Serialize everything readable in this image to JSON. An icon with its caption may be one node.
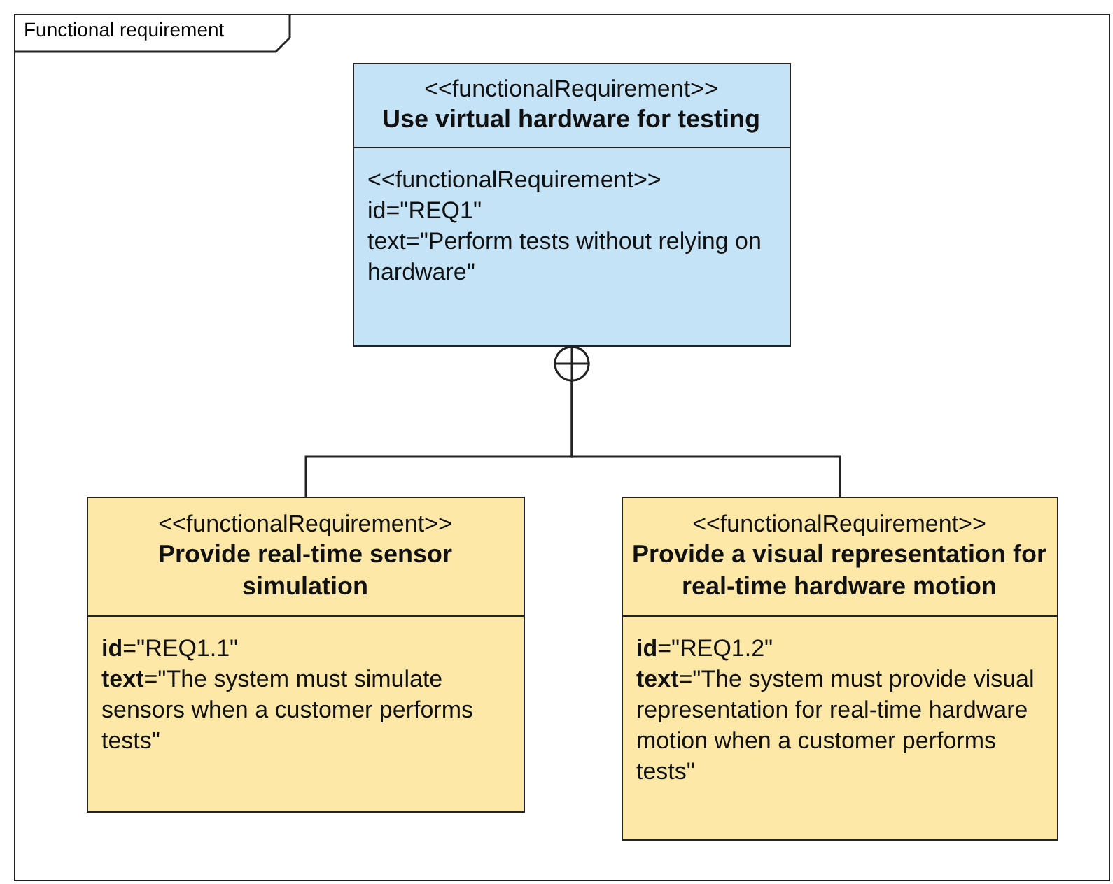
{
  "diagram": {
    "nodes": [
      {
        "text": [
          "Functional requirement"
        ]
      },
      {
        "text": [
          "<<functionalRequirement>>",
          "Use virtual hardware for testing",
          "<<functionalRequirement>>",
          "id=\"REQ1\"",
          "text=\"Perform tests without relying on hardware\""
        ],
        "in": 0
      },
      {
        "text": [
          "<<functionalRequirement>>",
          "Provide real-time sensor simulation",
          "**id**=\"REQ1.1\"",
          "**text**=\"The system must simulate sensors when a customer performs tests\""
        ],
        "in": 0
      },
      {
        "text": [
          "<<functionalRequirement>>",
          "Provide a visual representation for real-time hardware motion",
          "**id**=\"REQ1.2\"",
          "**text**=\"The system must provide visual representation for real-time hardware motion when a customer performs tests\""
        ],
        "in": 0
      }
    ],
    "edges": [
      {
        "from": 2,
        "to": 1,
        "arrow": "other"
      },
      {
        "from": 3,
        "to": 1,
        "arrow": "other"
      }
    ]
  }
}
